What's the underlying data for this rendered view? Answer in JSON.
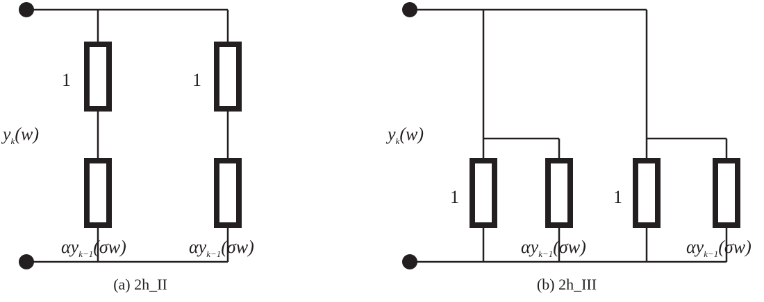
{
  "diagram_a": {
    "caption": "(a) 2h_II",
    "port_label": {
      "var": "y",
      "sub": "k",
      "arg": "(w)"
    },
    "resistor_value": "1",
    "load_label": {
      "coef": "α",
      "var": "y",
      "sub": "k−1",
      "arg": "(σw)"
    }
  },
  "diagram_b": {
    "caption": "(b) 2h_III",
    "port_label": {
      "var": "y",
      "sub": "k",
      "arg": "(w)"
    },
    "resistor_value": "1",
    "load_label": {
      "coef": "α",
      "var": "y",
      "sub": "k−1",
      "arg": "(σw)"
    }
  },
  "colors": {
    "ink": "#231f20",
    "background": "#ffffff"
  }
}
